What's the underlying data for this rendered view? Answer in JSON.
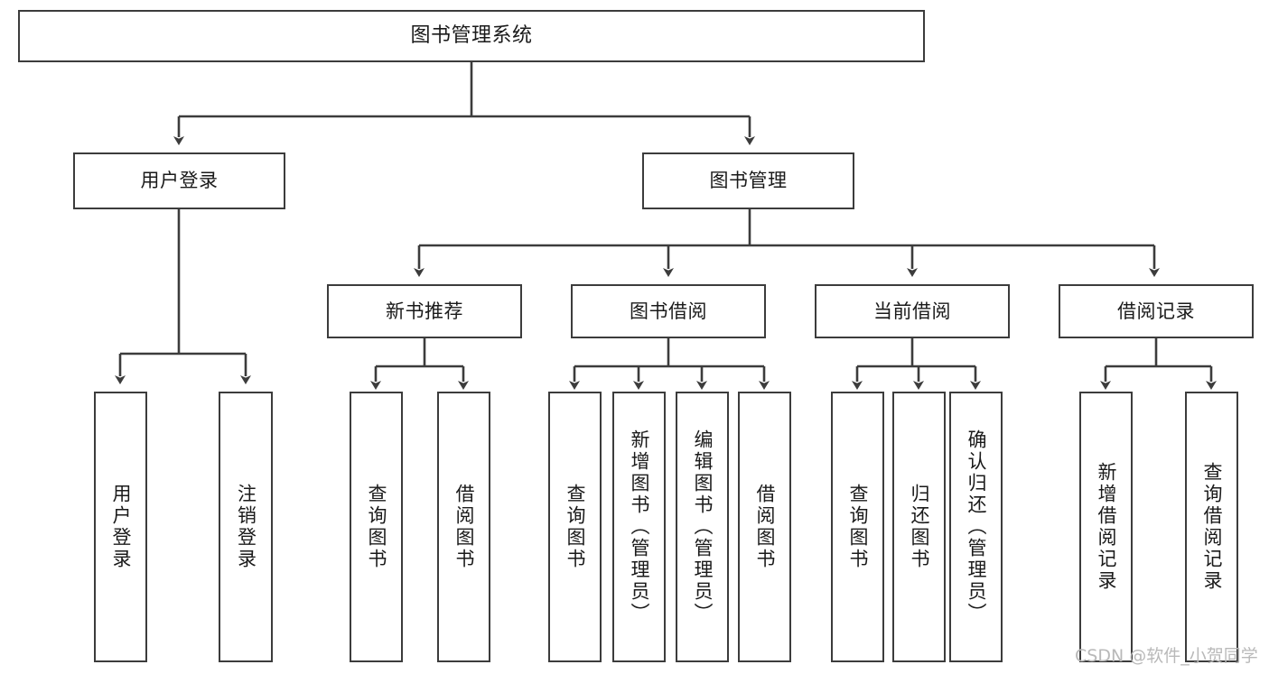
{
  "diagram": {
    "title": "图书管理系统",
    "type": "tree",
    "watermark": "CSDN @软件_小贺同学",
    "colors": {
      "box_border": "#3c3c3c",
      "box_fill": "#ffffff",
      "connector": "#3c3c3c",
      "text": "#1a1a1a",
      "watermark": "#b9b9b9"
    },
    "root": {
      "label": "图书管理系统"
    },
    "level2": [
      {
        "label": "用户登录"
      },
      {
        "label": "图书管理"
      }
    ],
    "level3": [
      {
        "label": "新书推荐"
      },
      {
        "label": "图书借阅"
      },
      {
        "label": "当前借阅"
      },
      {
        "label": "借阅记录"
      }
    ],
    "leaves": {
      "user_login": [
        {
          "label": "用户登录"
        },
        {
          "label": "注销登录"
        }
      ],
      "new_book_recommend": [
        {
          "label": "查询图书"
        },
        {
          "label": "借阅图书"
        }
      ],
      "book_borrow": [
        {
          "label": "查询图书"
        },
        {
          "label": "新增图书（管理员）"
        },
        {
          "label": "编辑图书（管理员）"
        },
        {
          "label": "借阅图书"
        }
      ],
      "current_borrow": [
        {
          "label": "查询图书"
        },
        {
          "label": "归还图书"
        },
        {
          "label": "确认归还（管理员）"
        }
      ],
      "borrow_record": [
        {
          "label": "新增借阅记录"
        },
        {
          "label": "查询借阅记录"
        }
      ]
    }
  }
}
